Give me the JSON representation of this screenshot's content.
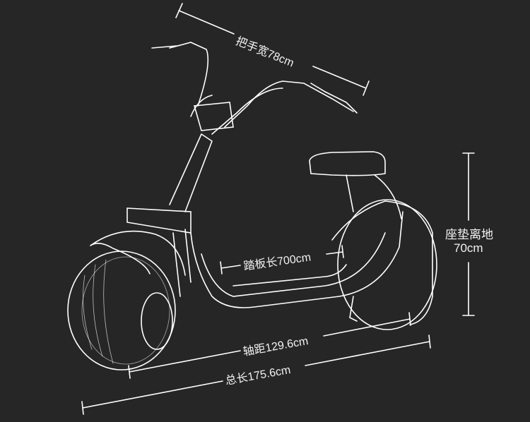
{
  "dimensions": {
    "handlebar_width": "把手宽78cm",
    "seat_height_title": "座垫离地",
    "seat_height_value": "70cm",
    "pedal_length": "踏板长700cm",
    "wheelbase": "轴距129.6cm",
    "total_length": "总长175.6cm"
  },
  "colors": {
    "background": "#262626",
    "line": "#ffffff"
  }
}
